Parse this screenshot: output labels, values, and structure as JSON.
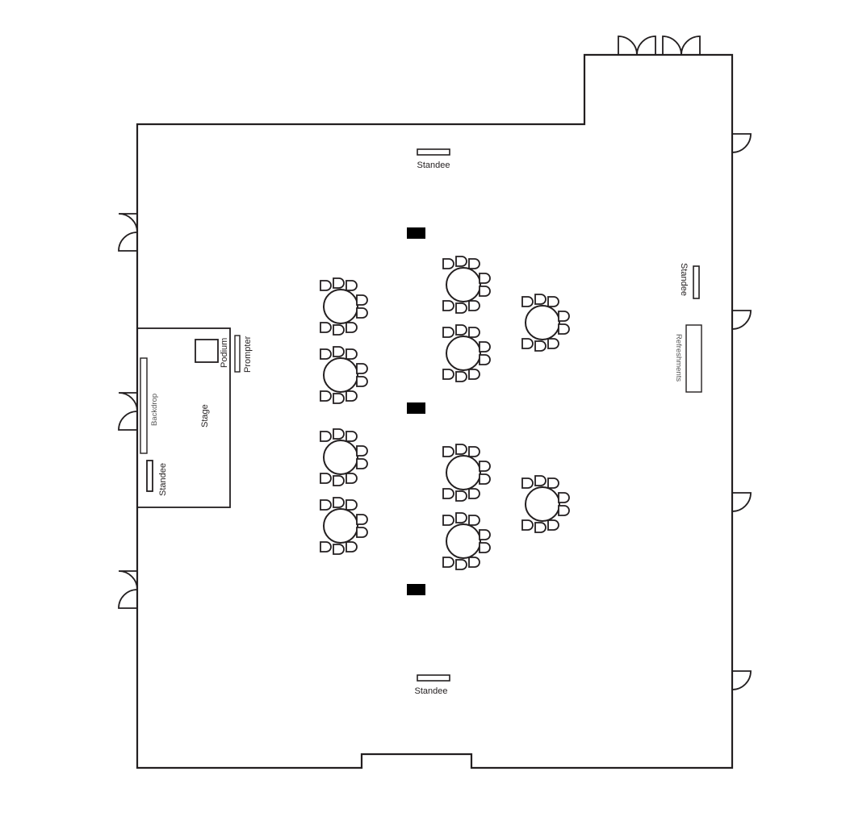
{
  "labels": {
    "standee_top": "Standee",
    "standee_bottom": "Standee",
    "standee_right": "Standee",
    "standee_stage": "Standee",
    "stage": "Stage",
    "backdrop": "Backdrop",
    "podium": "Podium",
    "prompter": "Prompter",
    "refreshments": "Refreshments"
  },
  "tables": {
    "count": 10,
    "chairs_per_table": 8
  },
  "colors": {
    "line": "#231f20",
    "pillar": "#000000"
  }
}
